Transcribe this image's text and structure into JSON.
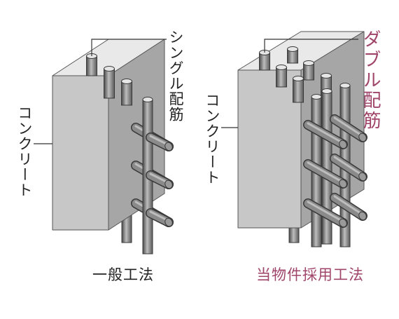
{
  "colors": {
    "accent": "#a0456a",
    "text": "#222222",
    "concrete_front": "#c7c7c7",
    "concrete_side": "#a6a6a6",
    "concrete_top": "#e9e9e9",
    "rebar_dark": "#4a4a4a",
    "rebar_mid": "#8a8a8a",
    "rebar_light": "#bdbdbd"
  },
  "left_panel": {
    "rebar_label": "シングル配筋",
    "concrete_label": "コンクリート",
    "caption": "一般工法"
  },
  "right_panel": {
    "rebar_label": "ダブル配筋",
    "concrete_label": "コンクリート",
    "caption": "当物件採用工法"
  }
}
